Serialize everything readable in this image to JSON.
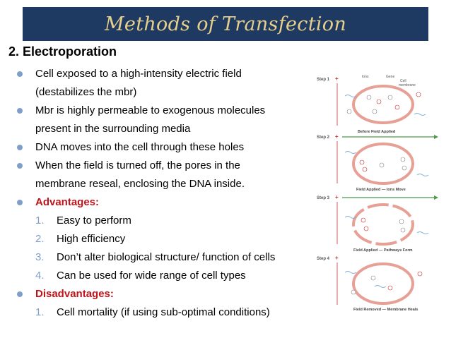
{
  "title": "Methods of Transfection",
  "heading": "2.  Electroporation",
  "bullets": [
    {
      "text": "Cell  exposed to a high-intensity electric field"
    },
    {
      "text": "(destabilizes the mbr)"
    },
    {
      "text": "Mbr is highly permeable to exogenous molecules"
    },
    {
      "text": "present in the surrounding media"
    },
    {
      "text": "DNA moves into the cell through these holes"
    },
    {
      "text": "When the field is turned off, the pores in the"
    },
    {
      "text": "membrane reseal, enclosing the DNA inside."
    }
  ],
  "advantages": {
    "label": "Advantages:",
    "items": [
      {
        "num": "1.",
        "text": "Easy to perform"
      },
      {
        "num": "2.",
        "text": "High efficiency"
      },
      {
        "num": "3.",
        "text": "Don’t alter biological structure/ function of cells"
      },
      {
        "num": "4.",
        "text": "Can be used for wide range of cell types"
      }
    ]
  },
  "disadvantages": {
    "label": "Disadvantages:",
    "items": [
      {
        "num": "1.",
        "text": "Cell mortality (if using sub-optimal conditions)"
      }
    ]
  },
  "figure": {
    "steps": [
      "Step 1",
      "Step 2",
      "Step 3",
      "Step 4"
    ],
    "captions": [
      "Before Field Applied",
      "Field Applied — Ions Move",
      "Field Applied — Pathways Form",
      "Field Removed — Membrane Heals"
    ],
    "labels": {
      "ions": "Ions",
      "gene": "Gene",
      "cell_membrane_1": "Cell",
      "cell_membrane_2": "membrane"
    }
  },
  "colors": {
    "title_bar": "#1f3a62",
    "title_text": "#e6cf8a",
    "bullet": "#7f9fca",
    "accent_red": "#c0141b",
    "cell_ring": "#e6a096",
    "field_arrow": "#4a9a4a"
  }
}
